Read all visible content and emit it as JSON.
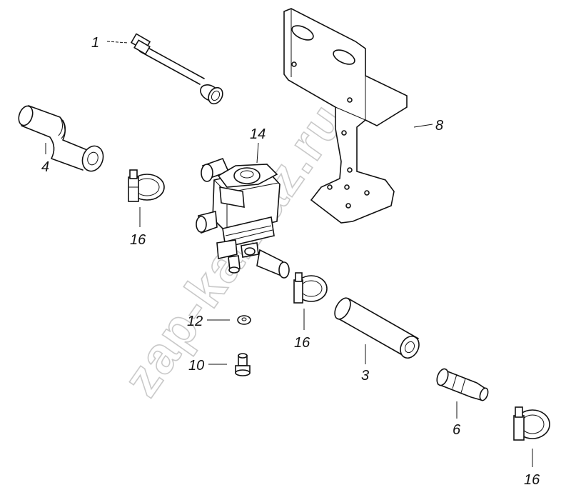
{
  "watermark": "zap-kamaz.ru",
  "corner_mark": "",
  "callouts": {
    "hose_tube": "1",
    "hose_left": "4",
    "clamp_left": "16",
    "valve": "14",
    "bracket": "8",
    "washer": "12",
    "bolt": "10",
    "clamp_mid": "16",
    "hose_right": "3",
    "fitting": "6",
    "clamp_bottom": "16"
  }
}
